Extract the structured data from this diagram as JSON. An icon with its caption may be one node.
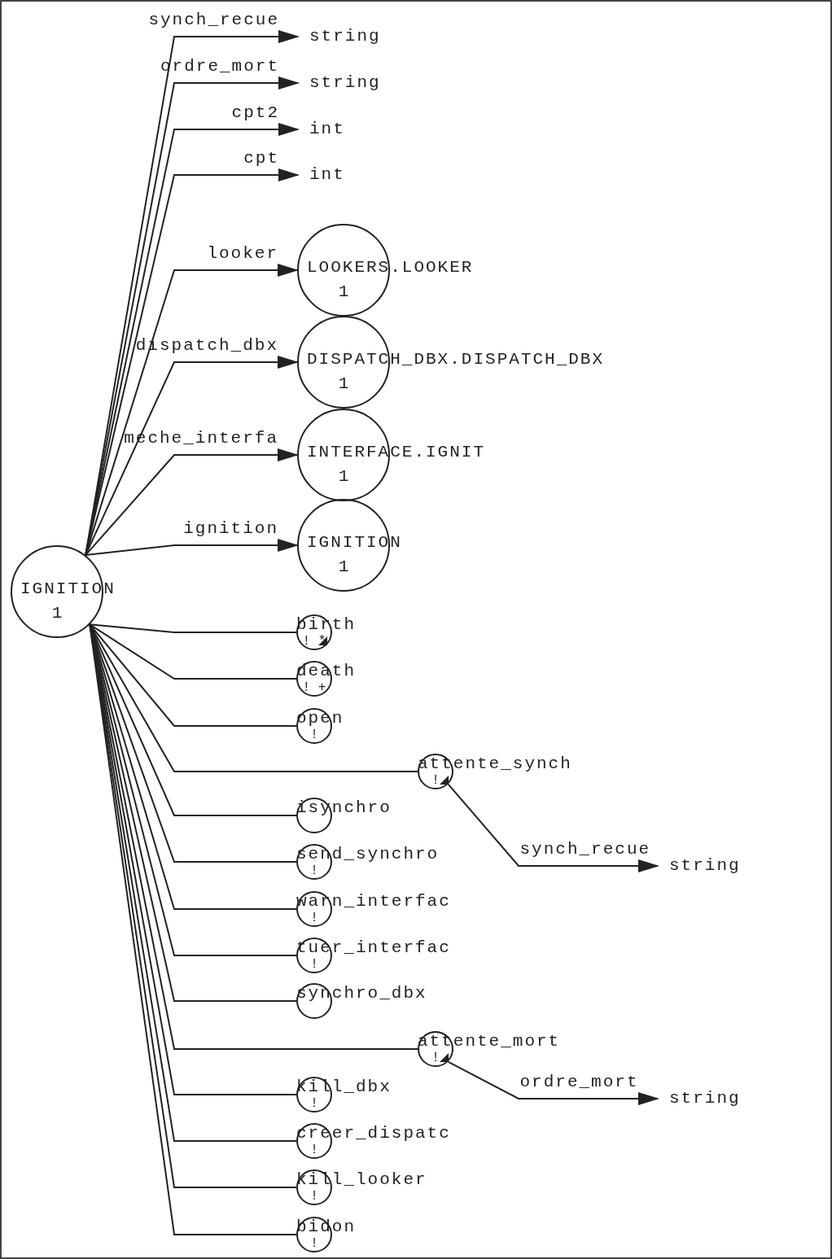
{
  "diagram": {
    "nodes": [
      {
        "text": [
          "IGNITION",
          "1"
        ]
      },
      {
        "text": [
          "string"
        ]
      },
      {
        "text": [
          "string"
        ]
      },
      {
        "text": [
          "int"
        ]
      },
      {
        "text": [
          "int"
        ]
      },
      {
        "text": [
          "LOOKERS.LOOKER",
          "1"
        ]
      },
      {
        "text": [
          "DISPATCH_DBX.DISPATCH_DBX",
          "1"
        ]
      },
      {
        "text": [
          "INTERFACE.IGNIT",
          "1"
        ]
      },
      {
        "text": [
          "IGNITION",
          "1"
        ]
      },
      {
        "text": [
          "birth",
          "! *"
        ]
      },
      {
        "text": [
          "death",
          "! +"
        ]
      },
      {
        "text": [
          "open",
          "!"
        ]
      },
      {
        "text": [
          "attente_synch",
          "!"
        ]
      },
      {
        "text": [
          "isynchro"
        ]
      },
      {
        "text": [
          "send_synchro",
          "!"
        ]
      },
      {
        "text": [
          "warn_interfac",
          "!"
        ]
      },
      {
        "text": [
          "tuer_interfac",
          "!"
        ]
      },
      {
        "text": [
          "synchro_dbx"
        ]
      },
      {
        "text": [
          "attente_mort",
          "!"
        ]
      },
      {
        "text": [
          "kill_dbx",
          "!"
        ]
      },
      {
        "text": [
          "creer_dispatc",
          "!"
        ]
      },
      {
        "text": [
          "kill_looker",
          "!"
        ]
      },
      {
        "text": [
          "bidon",
          "!"
        ]
      },
      {
        "text": [
          "string"
        ]
      },
      {
        "text": [
          "string"
        ]
      }
    ],
    "edges": [
      {
        "from": 0,
        "to": 1,
        "arrow": "to",
        "label": "synch_recue"
      },
      {
        "from": 0,
        "to": 2,
        "arrow": "to",
        "label": "ordre_mort"
      },
      {
        "from": 0,
        "to": 3,
        "arrow": "to",
        "label": "cpt2"
      },
      {
        "from": 0,
        "to": 4,
        "arrow": "to",
        "label": "cpt"
      },
      {
        "from": 0,
        "to": 5,
        "arrow": "to",
        "label": "looker"
      },
      {
        "from": 0,
        "to": 6,
        "arrow": "to",
        "label": "dispatch_dbx"
      },
      {
        "from": 0,
        "to": 7,
        "arrow": "to",
        "label": "meche_interfa"
      },
      {
        "from": 0,
        "to": 8,
        "arrow": "to",
        "label": "ignition"
      },
      {
        "from": 0,
        "to": 9,
        "arrow": "none"
      },
      {
        "from": 0,
        "to": 10,
        "arrow": "none"
      },
      {
        "from": 0,
        "to": 11,
        "arrow": "none"
      },
      {
        "from": 0,
        "to": 12,
        "arrow": "none"
      },
      {
        "from": 0,
        "to": 13,
        "arrow": "none"
      },
      {
        "from": 0,
        "to": 14,
        "arrow": "none"
      },
      {
        "from": 0,
        "to": 15,
        "arrow": "none"
      },
      {
        "from": 0,
        "to": 16,
        "arrow": "none"
      },
      {
        "from": 0,
        "to": 17,
        "arrow": "none"
      },
      {
        "from": 0,
        "to": 18,
        "arrow": "none"
      },
      {
        "from": 0,
        "to": 19,
        "arrow": "none"
      },
      {
        "from": 0,
        "to": 20,
        "arrow": "none"
      },
      {
        "from": 0,
        "to": 21,
        "arrow": "none"
      },
      {
        "from": 0,
        "to": 22,
        "arrow": "none"
      },
      {
        "from": 12,
        "to": 23,
        "arrow": "to",
        "label": "synch_recue"
      },
      {
        "from": 18,
        "to": 24,
        "arrow": "to",
        "label": "ordre_mort"
      }
    ]
  }
}
